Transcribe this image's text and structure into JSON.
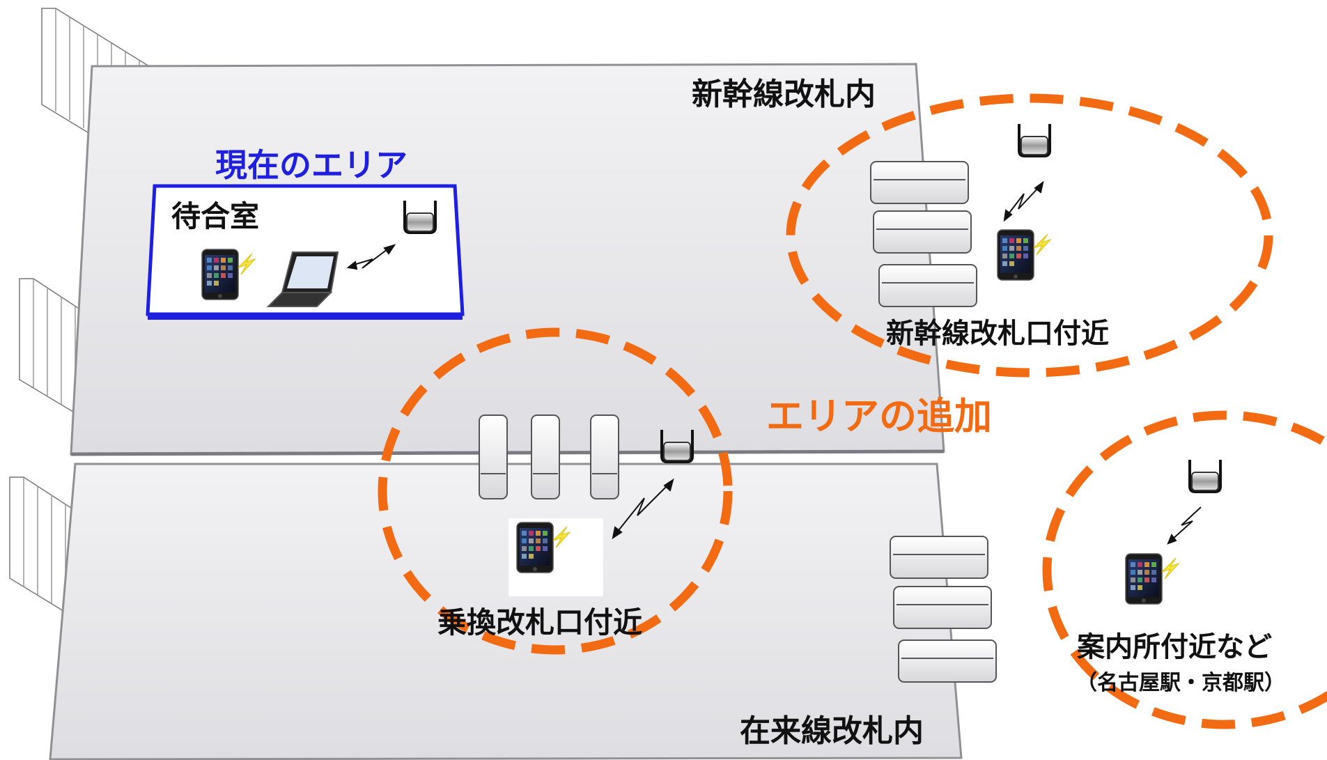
{
  "labels": {
    "shinkansen_gates_inside": "新幹線改札内",
    "current_area": "現在のエリア",
    "waiting_room": "待合室",
    "shinkansen_gate_nearby": "新幹線改札口付近",
    "area_addition": "エリアの追加",
    "transfer_gate_nearby": "乗換改札口付近",
    "info_center_nearby": "案内所付近など",
    "stations_note": "（名古屋駅・京都駅）",
    "conventional_gates_inside": "在来線改札内"
  },
  "colors": {
    "current_area": "#1f1fe0",
    "added_area": "#f26a12",
    "floor": "#e9e9eb",
    "floor_edge": "#9a9a9e"
  },
  "icons": [
    "smartphone-icon",
    "laptop-icon",
    "wifi-access-point-icon",
    "wireless-signal-icon",
    "ticket-gate-icon",
    "staircase-icon"
  ]
}
